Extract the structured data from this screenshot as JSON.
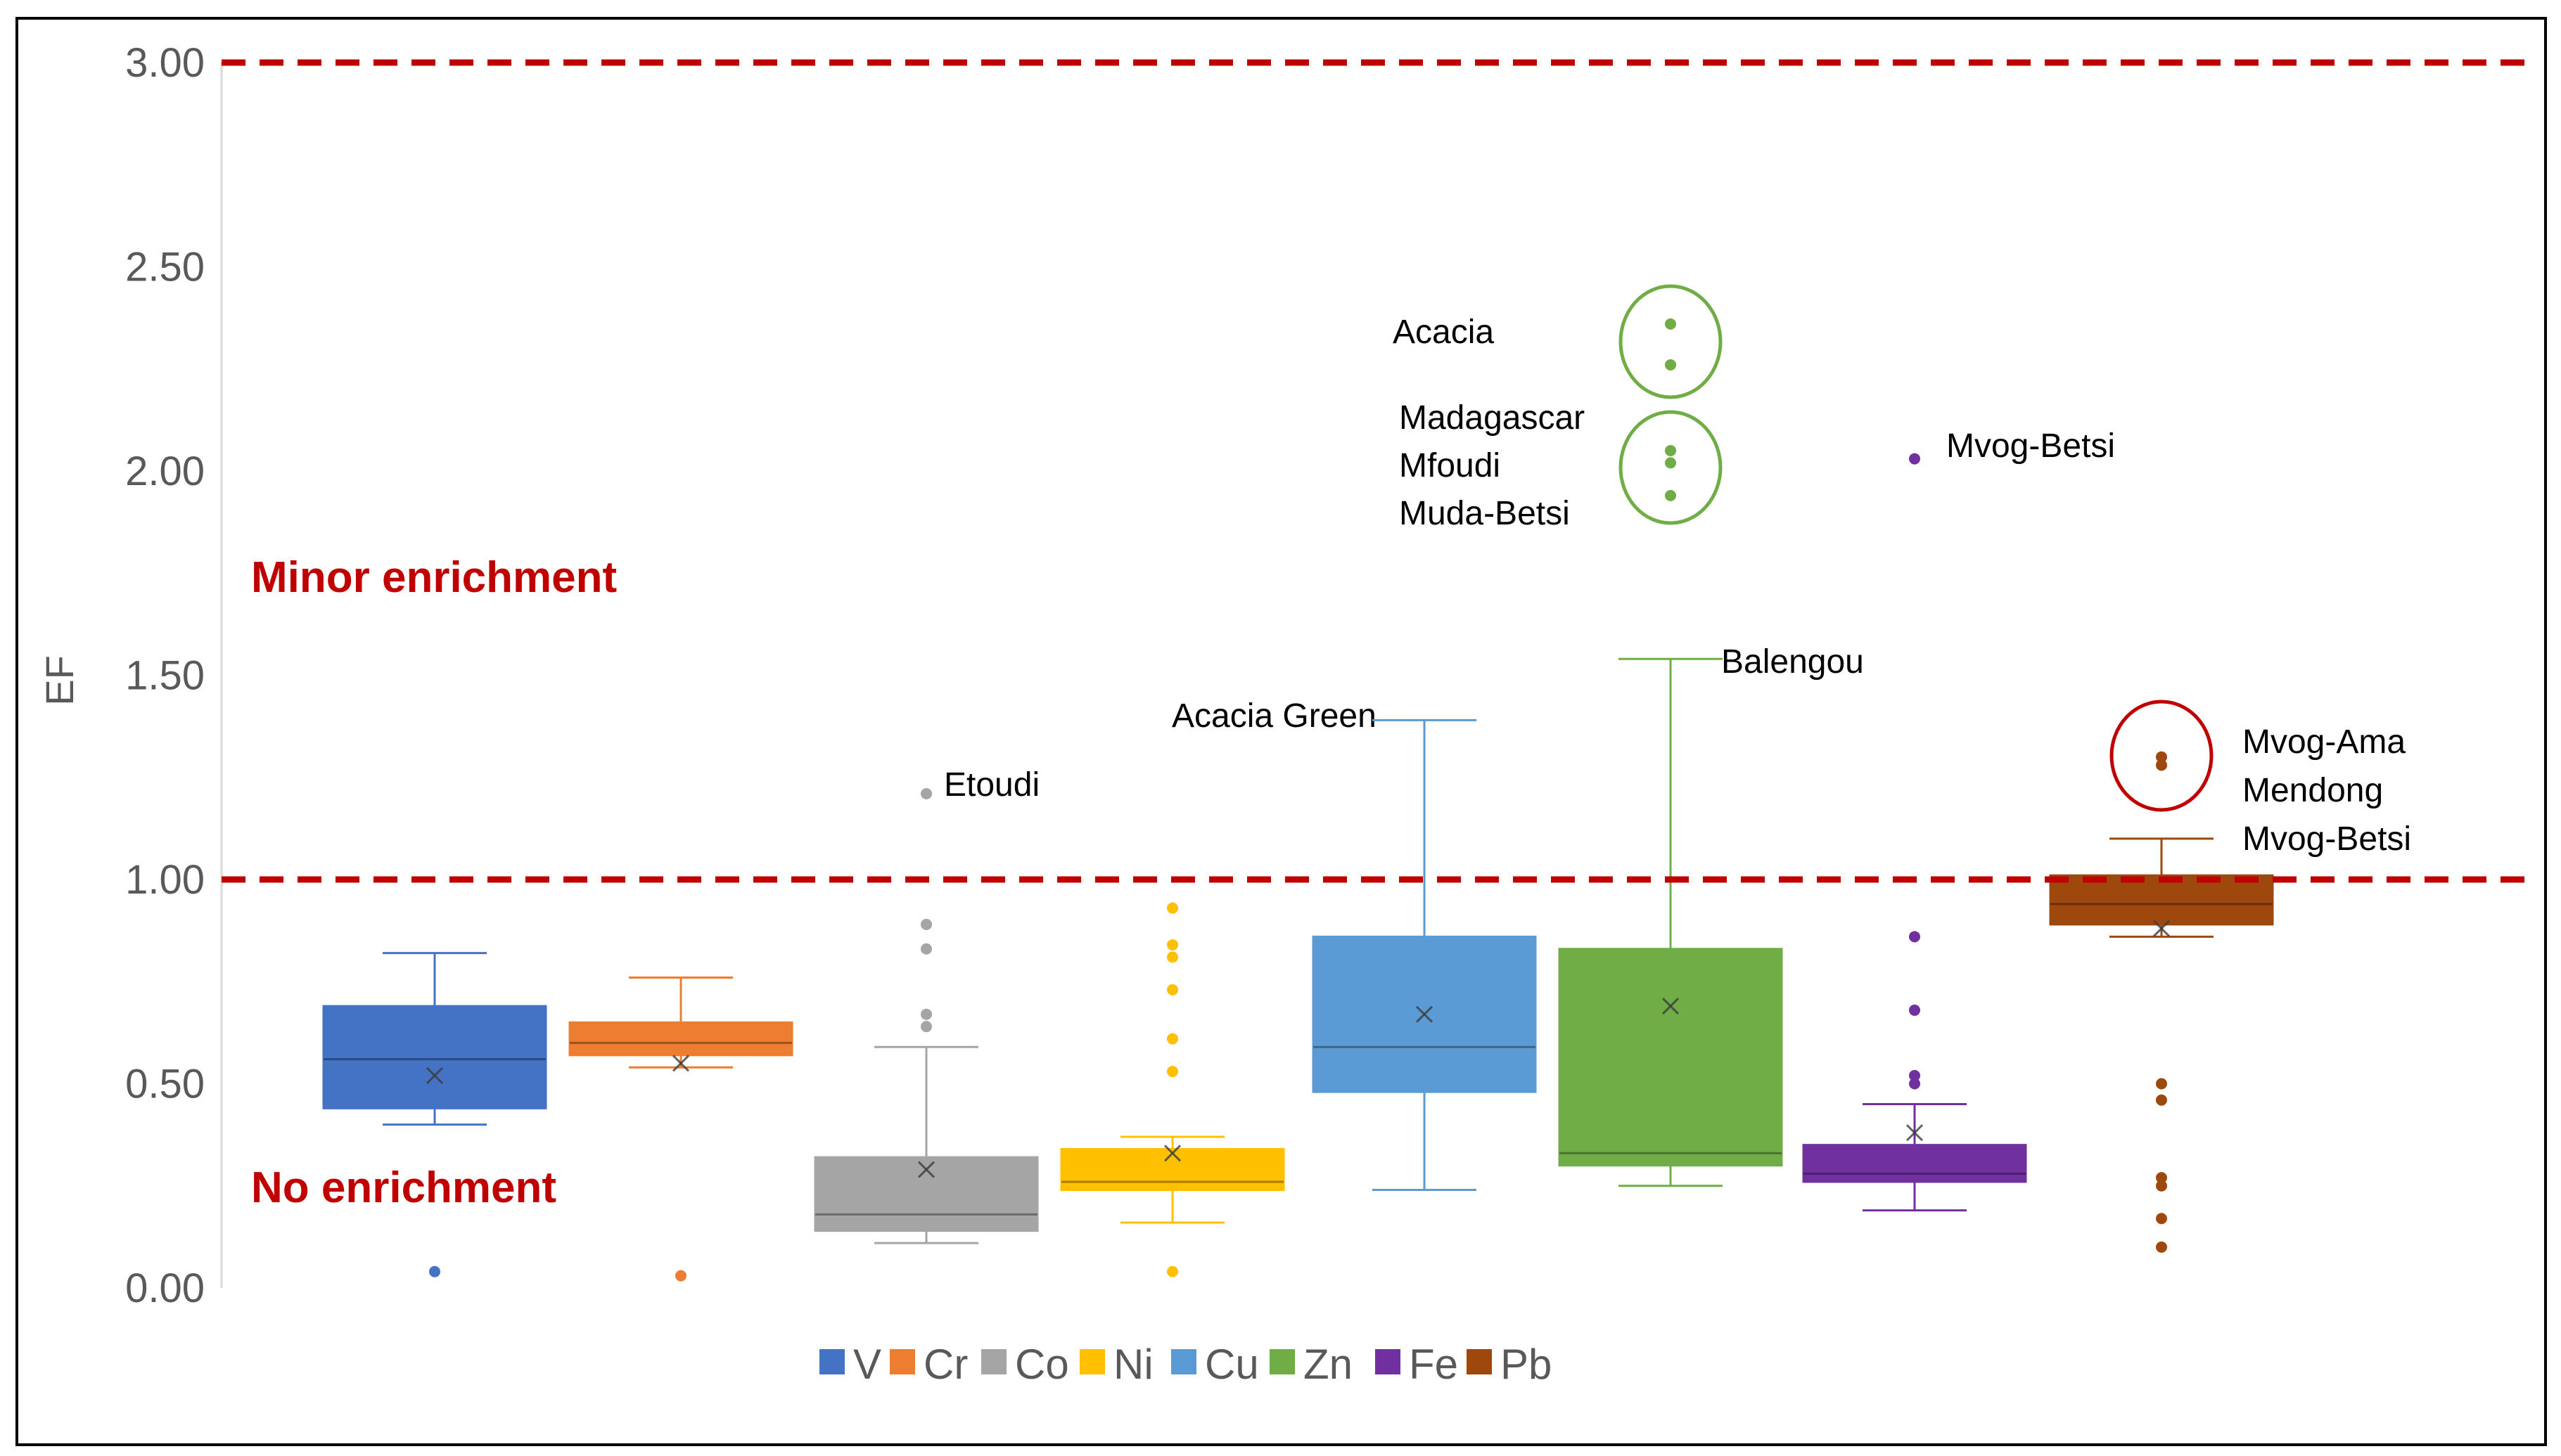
{
  "chart_data": {
    "type": "boxplot",
    "title": "",
    "xlabel": "",
    "ylabel": "EF",
    "ylim": [
      0,
      3
    ],
    "yticks": [
      "0.00",
      "0.50",
      "1.00",
      "1.50",
      "2.00",
      "2.50",
      "3.00"
    ],
    "grid": false,
    "legend_position": "bottom",
    "thresholds": [
      {
        "value": 1.0,
        "color": "#c00000"
      },
      {
        "value": 3.0,
        "color": "#c00000"
      }
    ],
    "bands": [
      {
        "label": "Minor enrichment",
        "color": "#c00000"
      },
      {
        "label": "No enrichment",
        "color": "#c00000"
      }
    ],
    "series": [
      {
        "name": "V",
        "color": "#4472c4",
        "min": 0.4,
        "q1": 0.44,
        "median": 0.56,
        "q3": 0.69,
        "max": 0.82,
        "mean": 0.52,
        "outliers": [
          0.04
        ]
      },
      {
        "name": "Cr",
        "color": "#ed7d31",
        "min": 0.54,
        "q1": 0.57,
        "median": 0.6,
        "q3": 0.65,
        "max": 0.76,
        "mean": 0.55,
        "outliers": [
          0.03
        ]
      },
      {
        "name": "Co",
        "color": "#a5a5a5",
        "min": 0.11,
        "q1": 0.14,
        "median": 0.18,
        "q3": 0.32,
        "max": 0.59,
        "mean": 0.29,
        "outliers": [
          0.64,
          0.67,
          0.83,
          0.89,
          1.21
        ]
      },
      {
        "name": "Ni",
        "color": "#ffc000",
        "min": 0.16,
        "q1": 0.24,
        "median": 0.26,
        "q3": 0.34,
        "max": 0.37,
        "mean": 0.33,
        "outliers": [
          0.04,
          0.53,
          0.61,
          0.73,
          0.81,
          0.84,
          0.93
        ]
      },
      {
        "name": "Cu",
        "color": "#5b9bd5",
        "min": 0.24,
        "q1": 0.48,
        "median": 0.59,
        "q3": 0.86,
        "max": 1.39,
        "mean": 0.67,
        "outliers": []
      },
      {
        "name": "Zn",
        "color": "#70ad47",
        "min": 0.25,
        "q1": 0.3,
        "median": 0.33,
        "q3": 0.83,
        "max": 1.54,
        "mean": 0.69,
        "outliers": [
          1.94,
          2.02,
          2.05,
          2.26,
          2.36
        ]
      },
      {
        "name": "Fe",
        "color": "#7030a0",
        "min": 0.19,
        "q1": 0.26,
        "median": 0.28,
        "q3": 0.35,
        "max": 0.45,
        "mean": 0.38,
        "outliers": [
          0.5,
          0.52,
          0.68,
          0.86,
          2.03
        ]
      },
      {
        "name": "Pb",
        "color": "#9e480e",
        "min": 0.86,
        "q1": 0.89,
        "median": 0.94,
        "q3": 1.01,
        "max": 1.1,
        "mean": 0.88,
        "outliers": [
          0.1,
          0.17,
          0.25,
          0.27,
          0.46,
          0.5,
          1.28,
          1.3
        ]
      }
    ],
    "annotations": [
      {
        "text": "Etoudi",
        "series": "Co",
        "value": 1.21
      },
      {
        "text": "Acacia Green",
        "series": "Cu",
        "value": 1.39
      },
      {
        "text": "Balengou",
        "series": "Zn",
        "value": 1.54
      },
      {
        "text": "Acacia",
        "series": "Zn",
        "value": 2.31
      },
      {
        "text": "Madagascar",
        "series": "Zn",
        "value": 2.05
      },
      {
        "text": "Mfoudi",
        "series": "Zn",
        "value": 2.02
      },
      {
        "text": "Muda-Betsi",
        "series": "Zn",
        "value": 1.94
      },
      {
        "text": "Mvog-Betsi",
        "series": "Fe",
        "value": 2.03
      },
      {
        "text": "Mvog-Ama",
        "series": "Pb",
        "value": 1.3
      },
      {
        "text": "Mendong",
        "series": "Pb",
        "value": 1.28
      },
      {
        "text": "Mvog-Betsi",
        "series": "Pb",
        "value": 1.01
      }
    ]
  }
}
